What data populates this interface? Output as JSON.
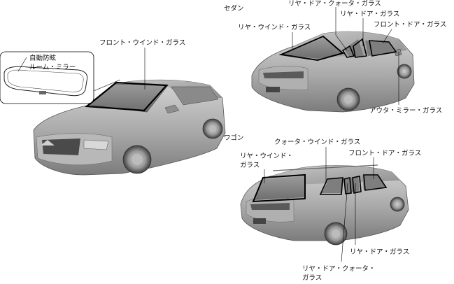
{
  "sections": {
    "sedan": "セダン",
    "wagon": "ワゴン"
  },
  "front_car": {
    "windshield": "フロント・ウインド・ガラス",
    "mirror_line1": "自動防眩",
    "mirror_line2": "ルーム・ミラー"
  },
  "sedan_labels": {
    "rear_quarter": "リヤ・ドア・クォータ・ガラス",
    "rear_window": "リヤ・ウインド・ガラス",
    "rear_door": "リヤ・ドア・ガラス",
    "front_door": "フロント・ドア・ガラス",
    "outer_mirror": "アウタ・ミラー・ガラス"
  },
  "wagon_labels": {
    "quarter_window": "クォータ・ウインド・ガラス",
    "rear_window_line1": "リヤ・ウインド・",
    "rear_window_line2": "ガラス",
    "front_door": "フロント・ドア・ガラス",
    "rear_door": "リヤ・ドア・ガラス",
    "rear_quarter_line1": "リヤ・ドア・クォータ・",
    "rear_quarter_line2": "ガラス"
  }
}
